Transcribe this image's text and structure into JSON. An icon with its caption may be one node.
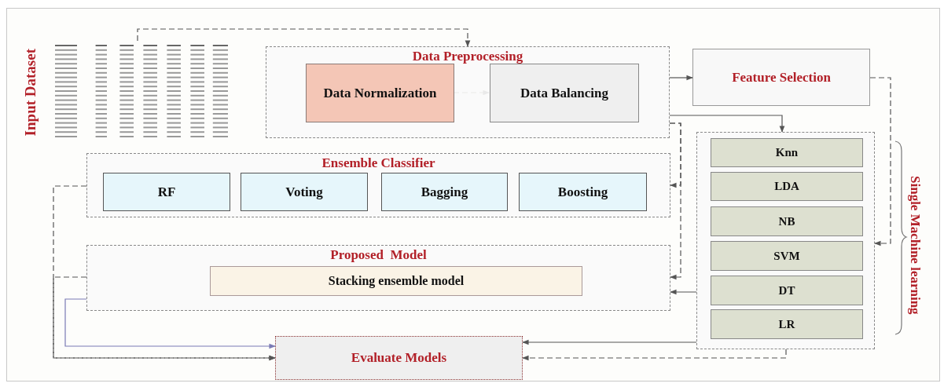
{
  "diagram": {
    "nodes": [
      {
        "text": [
          "Input Dataset"
        ]
      },
      {
        "text": [
          "Data Preprocessing"
        ]
      },
      {
        "text": [
          "Data Normalization"
        ],
        "in": 1
      },
      {
        "text": [
          "Data Balancing"
        ],
        "in": 1
      },
      {
        "text": [
          "Feature Selection"
        ]
      },
      {
        "text": [
          "Ensemble Classifier"
        ]
      },
      {
        "text": [
          "RF"
        ],
        "in": 5
      },
      {
        "text": [
          "Voting"
        ],
        "in": 5
      },
      {
        "text": [
          "Bagging"
        ],
        "in": 5
      },
      {
        "text": [
          "Boosting"
        ],
        "in": 5
      },
      {
        "text": [
          "Proposed  Model"
        ]
      },
      {
        "text": [
          "Stacking ensemble model"
        ],
        "in": 10
      },
      {
        "text": [
          "Single Machine learning"
        ]
      },
      {
        "text": [
          "Knn"
        ],
        "in": 12
      },
      {
        "text": [
          "LDA"
        ],
        "in": 12
      },
      {
        "text": [
          "NB"
        ],
        "in": 12
      },
      {
        "text": [
          "SVM"
        ],
        "in": 12
      },
      {
        "text": [
          "DT"
        ],
        "in": 12
      },
      {
        "text": [
          "LR"
        ],
        "in": 12
      },
      {
        "text": [
          "Evaluate Models"
        ]
      }
    ],
    "edges": [
      {
        "from": 0,
        "to": 1,
        "arrow": "to",
        "style": "dashed"
      },
      {
        "from": 2,
        "to": 3,
        "arrow": "to",
        "style": "dashed"
      },
      {
        "from": 1,
        "to": 4,
        "arrow": "to"
      },
      {
        "from": 1,
        "to": 12,
        "arrow": "to"
      },
      {
        "from": 1,
        "to": 5,
        "arrow": "to",
        "style": "dashed"
      },
      {
        "from": 1,
        "to": 10,
        "arrow": "to",
        "style": "dashed"
      },
      {
        "from": 4,
        "to": 12,
        "arrow": "to",
        "style": "dashed"
      },
      {
        "from": 12,
        "to": 10,
        "arrow": "to"
      },
      {
        "from": 12,
        "to": 19,
        "arrow": "to"
      },
      {
        "from": 12,
        "to": 19,
        "arrow": "to",
        "style": "dashed"
      },
      {
        "from": 5,
        "to": 19,
        "arrow": "to",
        "style": "dashed"
      },
      {
        "from": 10,
        "to": 19,
        "arrow": "to",
        "style": "dashed"
      },
      {
        "from": 10,
        "to": 19,
        "arrow": "to",
        "color": "#7b7bb5"
      }
    ]
  }
}
